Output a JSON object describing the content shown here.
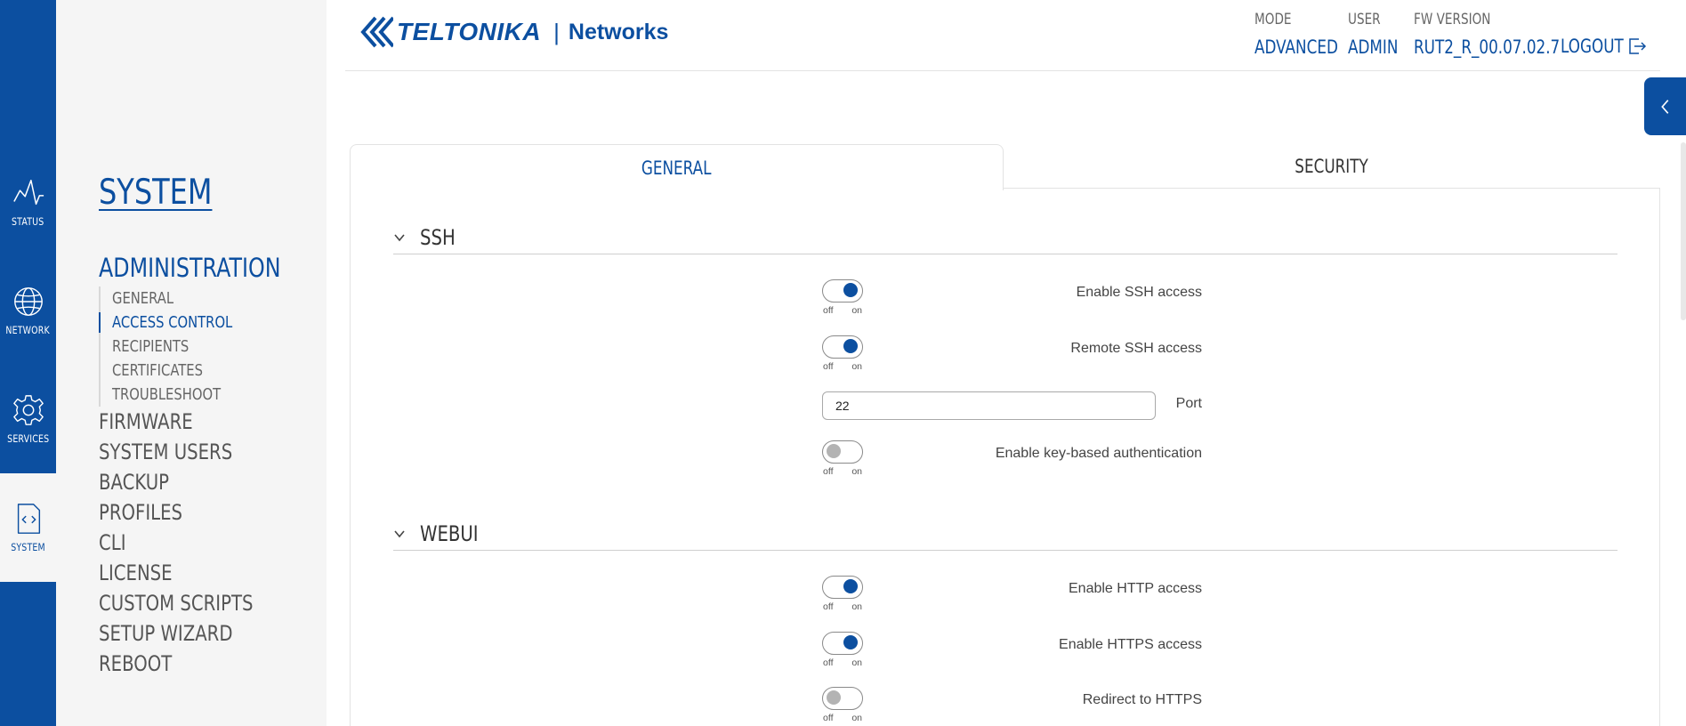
{
  "rail": {
    "items": [
      {
        "label": "STATUS",
        "icon": "status-chart-icon"
      },
      {
        "label": "NETWORK",
        "icon": "globe-icon"
      },
      {
        "label": "SERVICES",
        "icon": "gear-icon"
      },
      {
        "label": "SYSTEM",
        "icon": "code-file-icon"
      }
    ]
  },
  "nav": {
    "section_title": "SYSTEM",
    "group_title": "ADMINISTRATION",
    "sub_items": [
      "GENERAL",
      "ACCESS CONTROL",
      "RECIPIENTS",
      "CERTIFICATES",
      "TROUBLESHOOT"
    ],
    "menu_items": [
      "FIRMWARE",
      "SYSTEM USERS",
      "BACKUP",
      "PROFILES",
      "CLI",
      "LICENSE",
      "CUSTOM SCRIPTS",
      "SETUP WIZARD",
      "REBOOT"
    ]
  },
  "header": {
    "brand": "TELTONIKA",
    "separator": "|",
    "brand_suffix": "Networks",
    "mode_label": "MODE",
    "mode_value": "ADVANCED",
    "user_label": "USER",
    "user_value": "ADMIN",
    "fw_label": "FW VERSION",
    "fw_value": "RUT2_R_00.07.02.7",
    "logout_label": "LOGOUT"
  },
  "tabs": {
    "general": "GENERAL",
    "security": "SECURITY"
  },
  "ssh": {
    "title": "SSH",
    "enable_ssh_label": "Enable SSH access",
    "enable_ssh_on": true,
    "remote_ssh_label": "Remote SSH access",
    "remote_ssh_on": true,
    "port_label": "Port",
    "port_value": "22",
    "key_auth_label": "Enable key-based authentication",
    "key_auth_on": false
  },
  "webui": {
    "title": "WEBUI",
    "http_label": "Enable HTTP access",
    "http_on": true,
    "https_label": "Enable HTTPS access",
    "https_on": true,
    "redirect_label": "Redirect to HTTPS",
    "redirect_on": false
  },
  "toggle_text": {
    "off": "off",
    "on": "on"
  },
  "colors": {
    "accent": "#0c4fa0",
    "panel": "#f5f5f5"
  }
}
